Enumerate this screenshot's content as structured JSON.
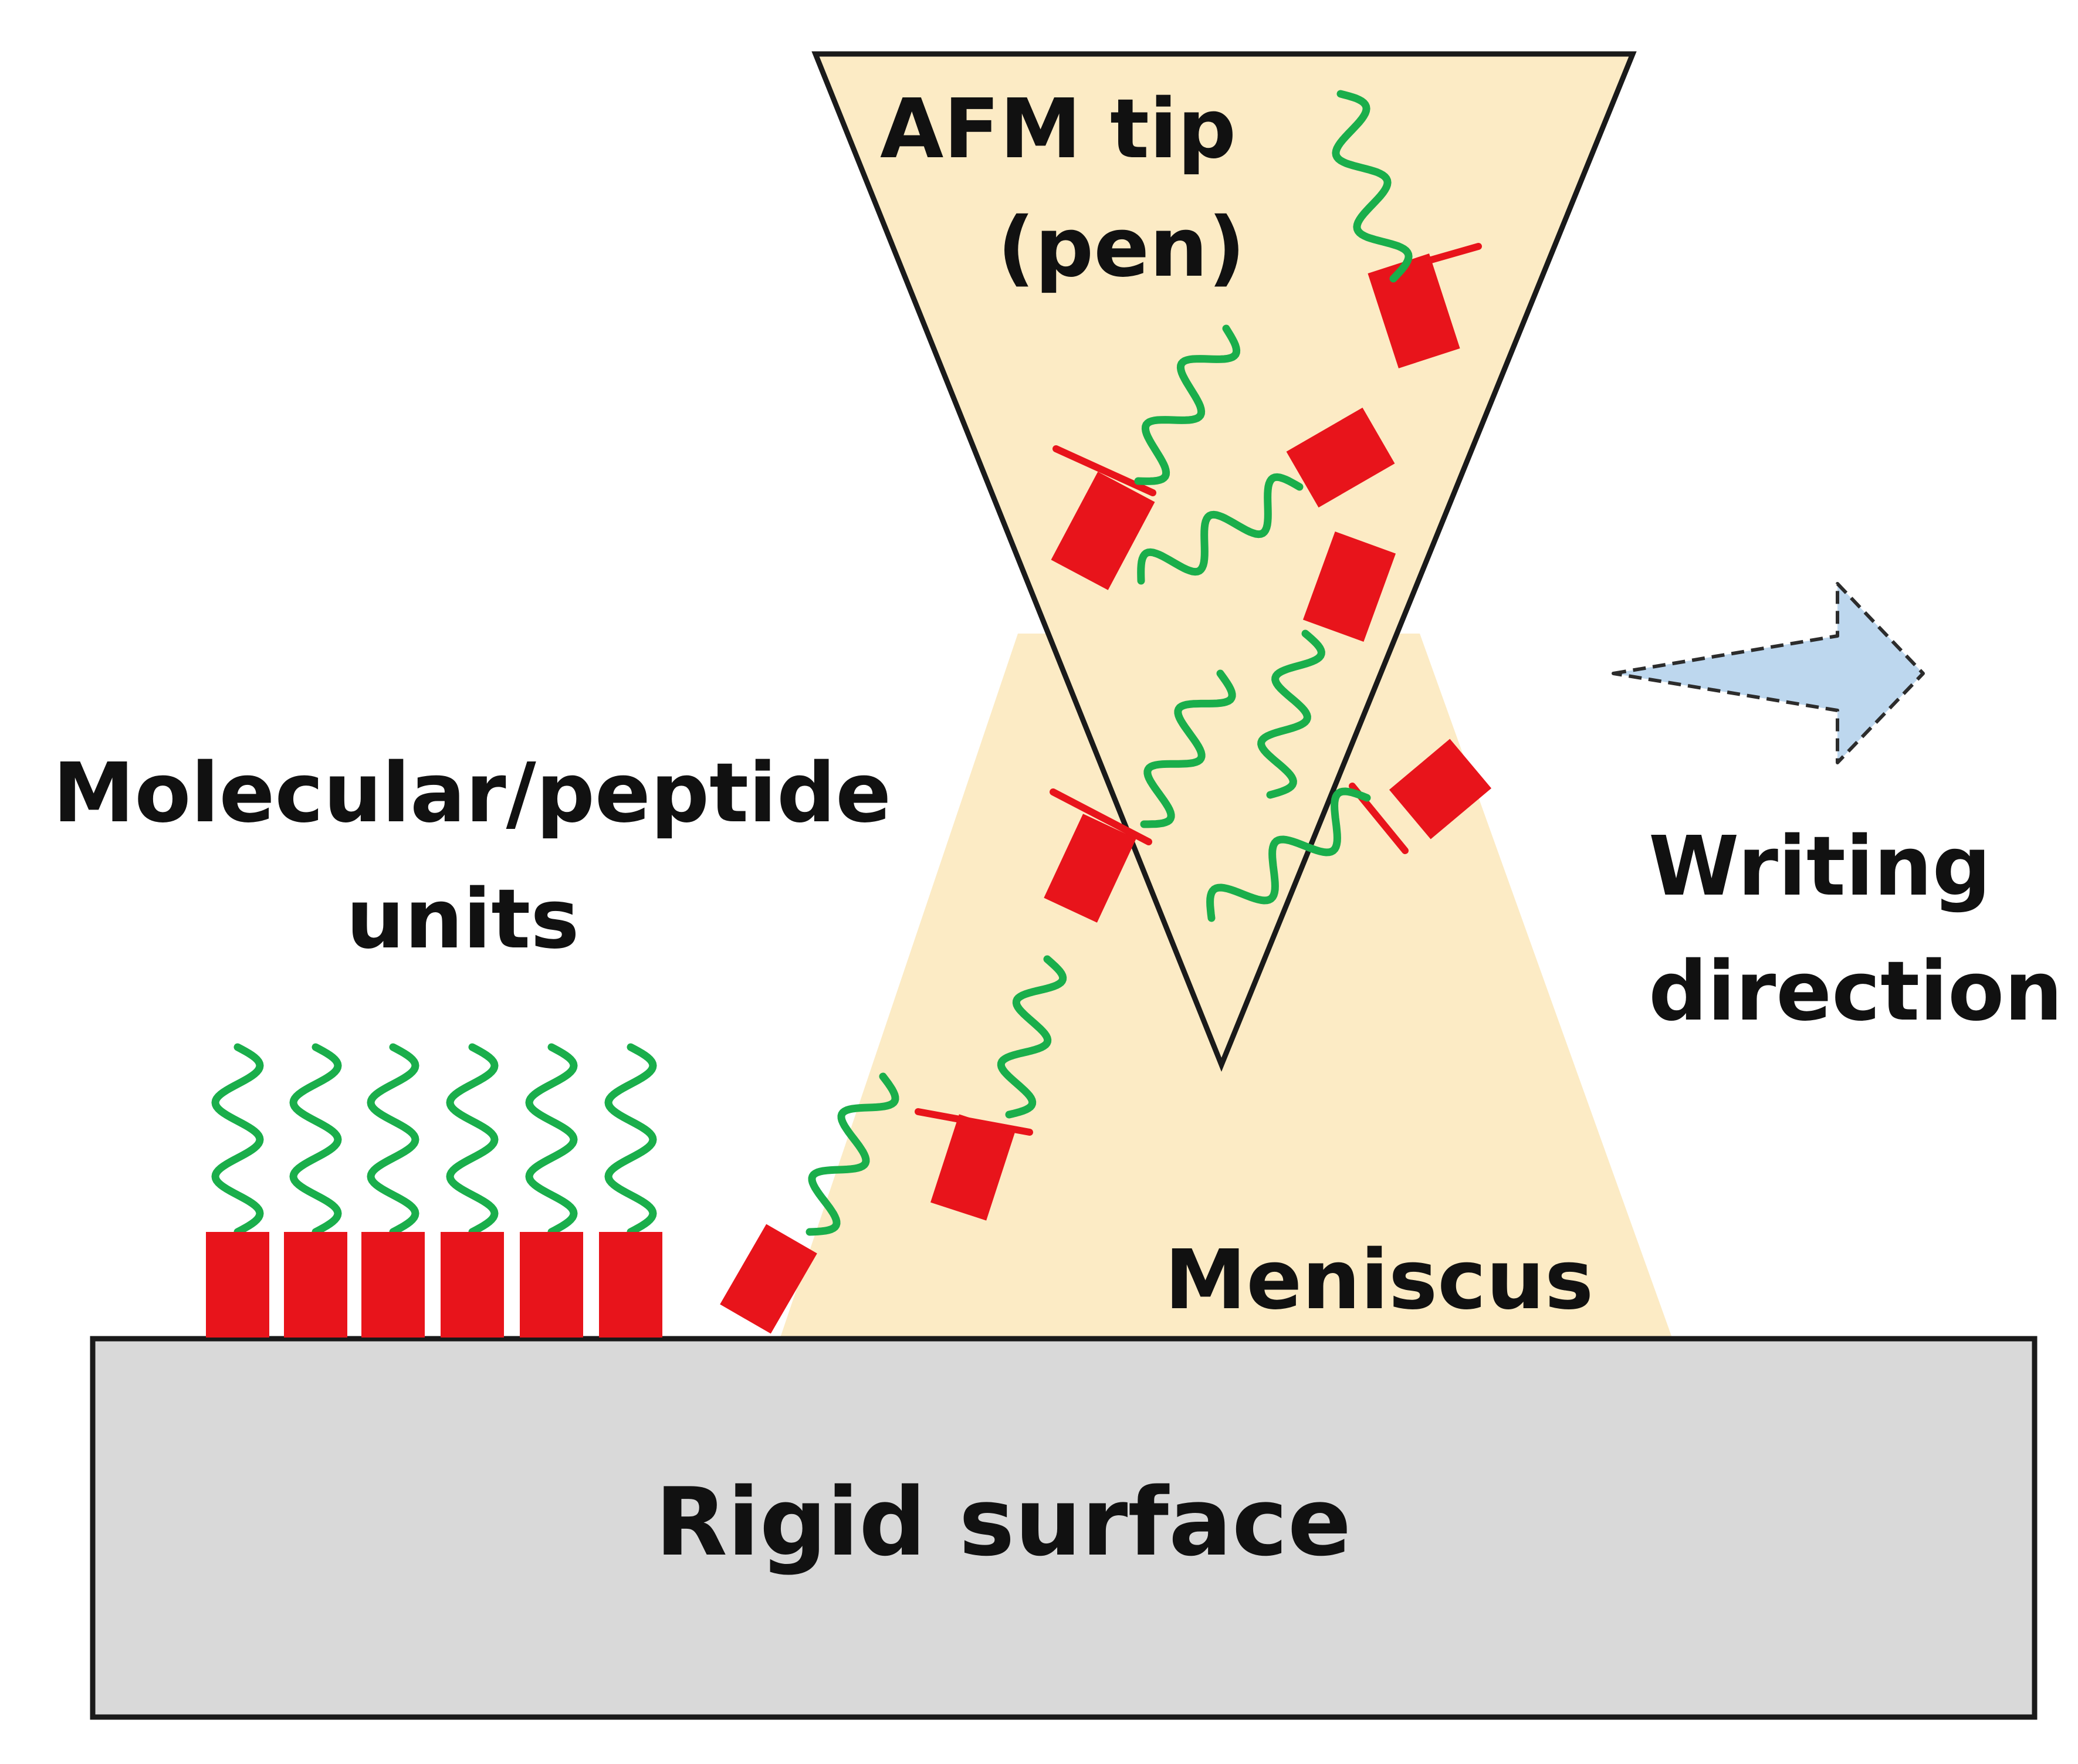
{
  "labels": {
    "tip_line1": "AFM tip",
    "tip_line2": "(pen)",
    "units_line1": "Molecular/peptide",
    "units_line2": "units",
    "writing_line1": "Writing",
    "writing_line2": "direction",
    "meniscus": "Meniscus",
    "surface": "Rigid surface"
  },
  "colors": {
    "meniscus_fill": "#FCEBC5",
    "molecule_head": "#E8141B",
    "molecule_tail": "#1AAE4B",
    "surface_fill": "#D9D9D9",
    "arrow_fill": "#BDD7EE",
    "outline": "#1A1A1A"
  }
}
